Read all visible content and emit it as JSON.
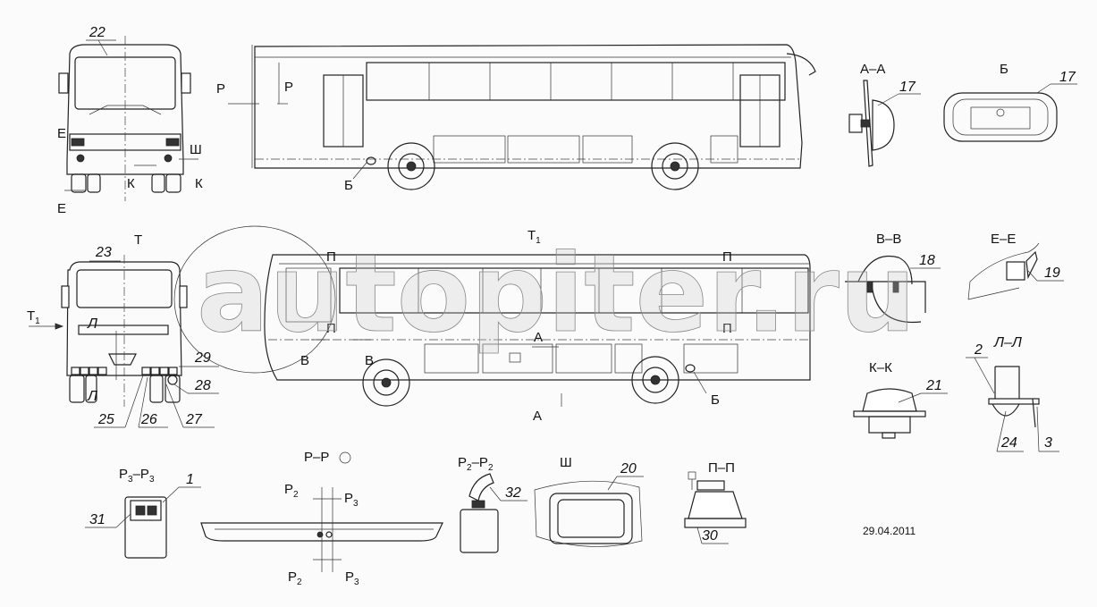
{
  "drawing": {
    "front_view": {
      "callout": "22",
      "section_e": "Е",
      "section_sh": "Ш",
      "section_k": "К"
    },
    "side_view_top": {
      "section_r": "Р",
      "view_b": "Б"
    },
    "section_aa": {
      "title": "А–А",
      "callout": "17"
    },
    "view_b": {
      "title": "Б",
      "callout": "17"
    },
    "rear_view": {
      "title": "Т",
      "arrow_label": "Т",
      "arrow_sub": "1",
      "callout_23": "23",
      "section_l": "Л",
      "callouts": [
        "29",
        "28",
        "25",
        "26",
        "27"
      ]
    },
    "side_view_bottom": {
      "title": "Т",
      "title_sub": "1",
      "section_p": "П",
      "section_v": "В",
      "section_a": "А",
      "view_b": "Б"
    },
    "section_vv": {
      "title": "В–В",
      "callout": "18"
    },
    "section_ee": {
      "title": "Е–Е",
      "callout": "19"
    },
    "section_kk": {
      "title": "К–К",
      "callout": "21"
    },
    "section_ll": {
      "title": "Л–Л",
      "callouts": [
        "2",
        "24",
        "3"
      ]
    },
    "section_r3": {
      "letter": "Р",
      "sub": "3",
      "dash": "–",
      "callouts": [
        "1",
        "31"
      ]
    },
    "section_rr": {
      "title": "Р–Р",
      "p": "Р",
      "sub2": "2",
      "sub3": "3"
    },
    "section_r2": {
      "letter": "Р",
      "sub": "2",
      "dash": "–",
      "callout": "32"
    },
    "view_sh": {
      "title": "Ш",
      "callout": "20"
    },
    "section_pp": {
      "title": "П–П",
      "callout": "30"
    },
    "date": "29.04.2011",
    "watermark": "autopiter.ru"
  }
}
